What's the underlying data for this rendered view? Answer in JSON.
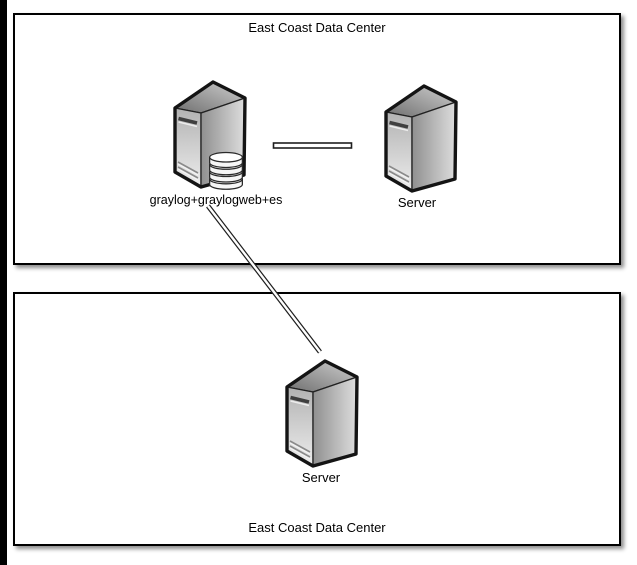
{
  "diagram": {
    "type": "network-topology",
    "top_box": {
      "title": "East Coast Data Center"
    },
    "bottom_box": {
      "title": "East Coast Data Center"
    },
    "nodes": {
      "graylog": {
        "label": "graylog+graylogweb+es",
        "icon": "server-with-database-stack-icon",
        "location": "top_box"
      },
      "server_right": {
        "label": "Server",
        "icon": "server-tower-icon",
        "location": "top_box"
      },
      "server_bottom": {
        "label": "Server",
        "icon": "server-tower-icon",
        "location": "bottom_box"
      }
    },
    "connectors": [
      {
        "name": "graylog-to-server-right",
        "style": "double-line",
        "orientation": "horizontal"
      },
      {
        "name": "graylog-to-server-bottom",
        "style": "double-line",
        "orientation": "diagonal"
      }
    ],
    "colors": {
      "background": "#ffffff",
      "left_bar": "#000000",
      "box_border": "#000000",
      "box_shadow": "#999999",
      "server_front": "#d9d9d9",
      "server_side": "#b8b8b8",
      "server_top": "#a0a0a0",
      "server_outline": "#141414",
      "database_fill": "#fbfbfb",
      "connector_outline": "#1f1f1f",
      "connector_fill": "#ffffff"
    }
  }
}
